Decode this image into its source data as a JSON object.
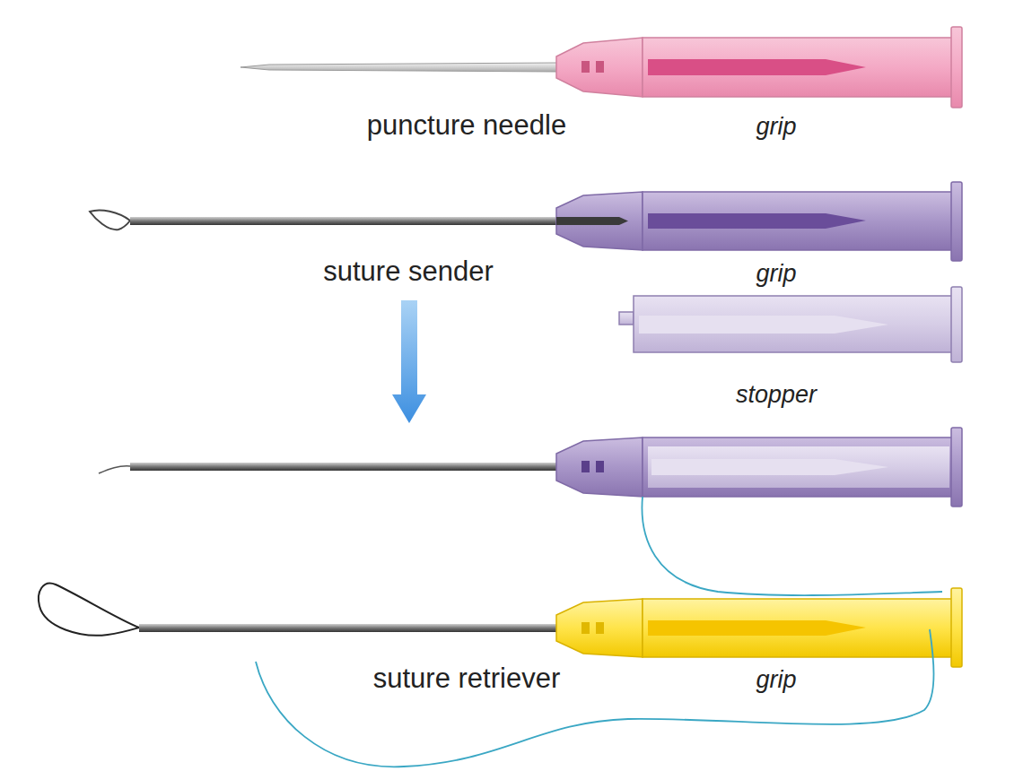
{
  "diagram": {
    "labels": [
      "puncture needle",
      "grip",
      "suture sender",
      "grip",
      "stopper",
      "suture retriever",
      "grip"
    ]
  }
}
